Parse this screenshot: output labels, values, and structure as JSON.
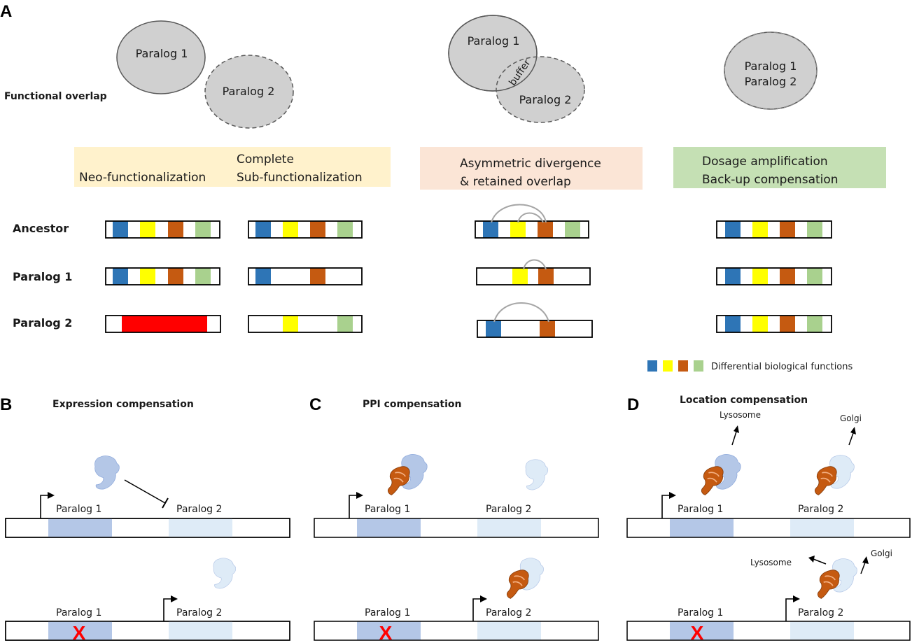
{
  "panel_labels": {
    "a": "A",
    "b": "B",
    "c": "C",
    "d": "D"
  },
  "overlap": {
    "row_label": "Functional overlap",
    "paralog1": "Paralog 1",
    "paralog2": "Paralog 2",
    "buffer": "buffer"
  },
  "categories": {
    "neo": "Neo-functionalization",
    "sub_line1": "Complete",
    "sub_line2": "Sub-functionalization",
    "asym_line1": "Asymmetric divergence",
    "asym_line2": "& retained overlap",
    "dosage_line1": "Dosage amplification",
    "dosage_line2": "Back-up compensation"
  },
  "rows": {
    "ancestor": "Ancestor",
    "paralog1": "Paralog 1",
    "paralog2": "Paralog 2"
  },
  "legend": {
    "text": "Differential biological functions"
  },
  "colors": {
    "blue": "#2e75b6",
    "yellow": "#ffff00",
    "orange": "#c55a11",
    "green": "#a9d18e",
    "red": "#ff0000",
    "neo_bg": "#fff2cc",
    "asym_bg": "#fbe5d6",
    "dosage_bg": "#c5e0b4",
    "gene_dark": "#b4c7e7",
    "gene_light": "#deebf7",
    "circle": "#d0d0d0"
  },
  "panels": {
    "b_title": "Expression compensation",
    "c_title": "PPI compensation",
    "d_title": "Location compensation",
    "paralog1": "Paralog 1",
    "paralog2": "Paralog 2",
    "lysosome": "Lysosome",
    "golgi": "Golgi",
    "knockout": "X"
  }
}
